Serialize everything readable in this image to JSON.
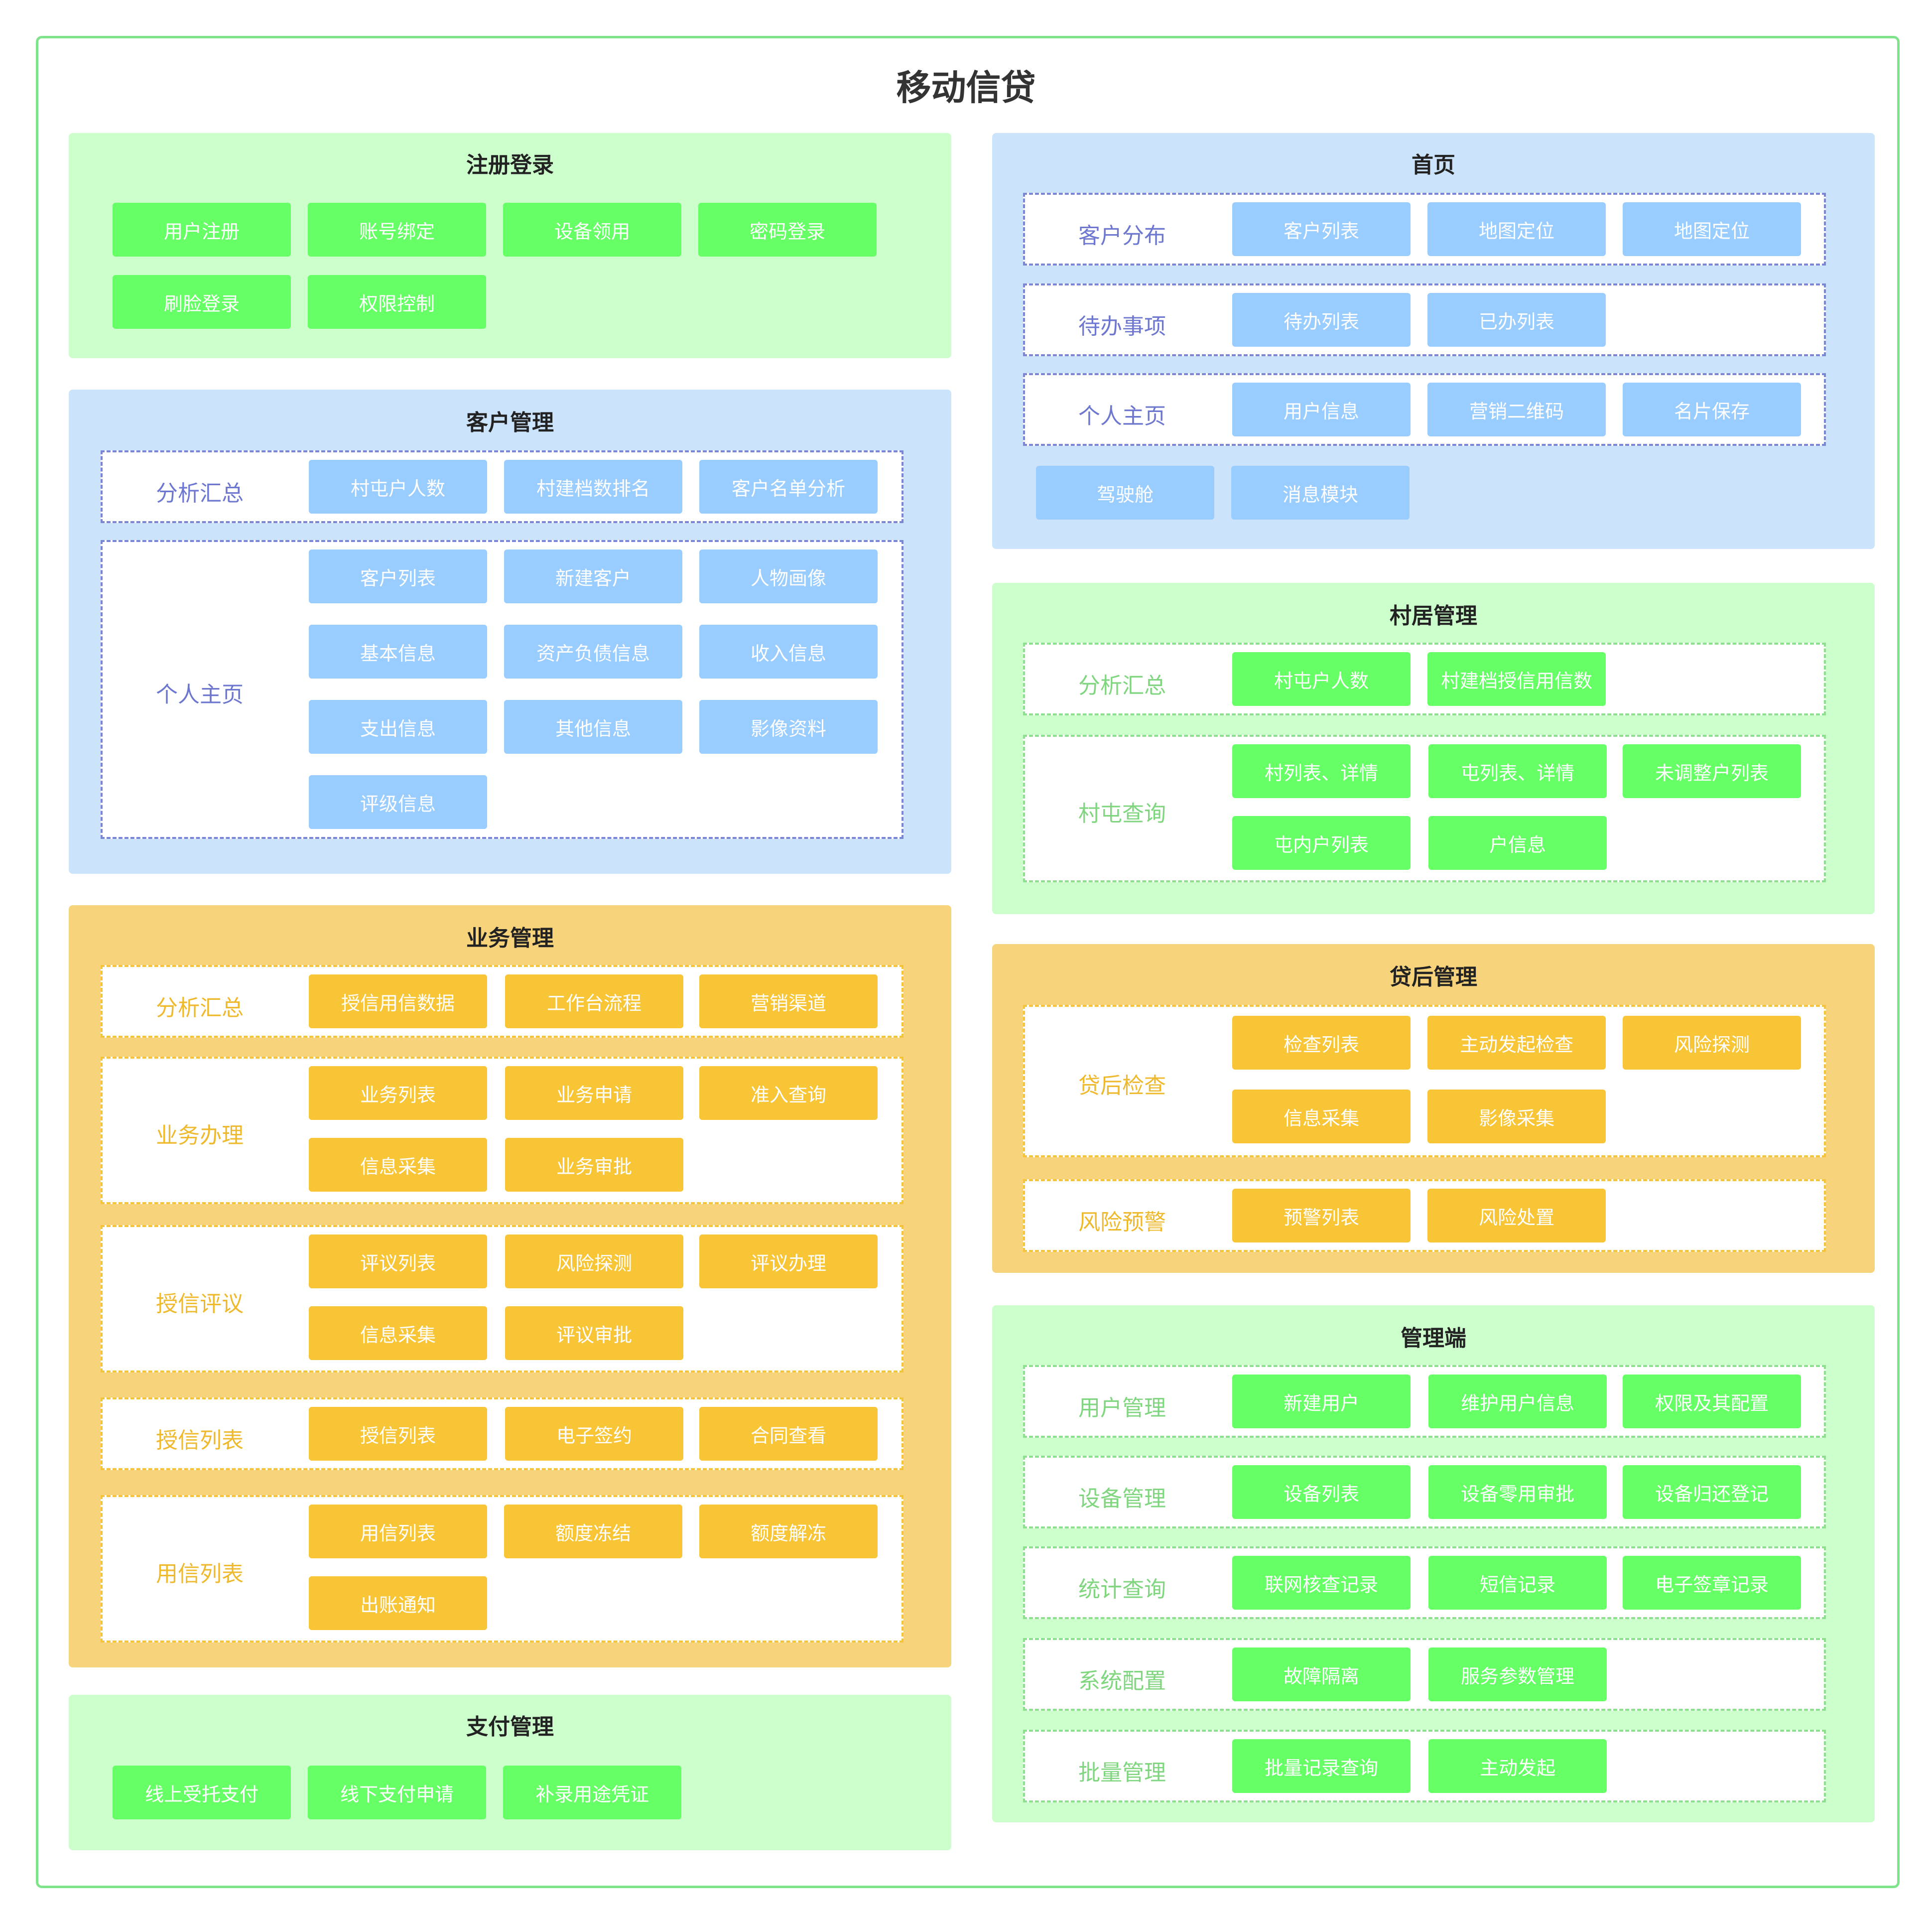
{
  "title": "移动信贷",
  "panels": {
    "register": {
      "title": "注册登录",
      "items": [
        "用户注册",
        "账号绑定",
        "设备领用",
        "密码登录",
        "刷脸登录",
        "权限控制"
      ]
    },
    "customer": {
      "title": "客户管理",
      "analysis": {
        "label": "分析汇总",
        "items": [
          "村屯户人数",
          "村建档数排名",
          "客户名单分析"
        ]
      },
      "profile": {
        "label": "个人主页",
        "items": [
          "客户列表",
          "新建客户",
          "人物画像",
          "基本信息",
          "资产负债信息",
          "收入信息",
          "支出信息",
          "其他信息",
          "影像资料",
          "评级信息"
        ]
      }
    },
    "business": {
      "title": "业务管理",
      "analysis": {
        "label": "分析汇总",
        "items": [
          "授信用信数据",
          "工作台流程",
          "营销渠道"
        ]
      },
      "handle": {
        "label": "业务办理",
        "items": [
          "业务列表",
          "业务申请",
          "准入查询",
          "信息采集",
          "业务审批"
        ]
      },
      "review": {
        "label": "授信评议",
        "items": [
          "评议列表",
          "风险探测",
          "评议办理",
          "信息采集",
          "评议审批"
        ]
      },
      "credit_list": {
        "label": "授信列表",
        "items": [
          "授信列表",
          "电子签约",
          "合同查看"
        ]
      },
      "use_list": {
        "label": "用信列表",
        "items": [
          "用信列表",
          "额度冻结",
          "额度解冻",
          "出账通知"
        ]
      }
    },
    "payment": {
      "title": "支付管理",
      "items": [
        "线上受托支付",
        "线下支付申请",
        "补录用途凭证"
      ]
    },
    "home": {
      "title": "首页",
      "distribution": {
        "label": "客户分布",
        "items": [
          "客户列表",
          "地图定位",
          "地图定位"
        ]
      },
      "todo": {
        "label": "待办事项",
        "items": [
          "待办列表",
          "已办列表"
        ]
      },
      "personal": {
        "label": "个人主页",
        "items": [
          "用户信息",
          "营销二维码",
          "名片保存"
        ]
      },
      "extra": [
        "驾驶舱",
        "消息模块"
      ]
    },
    "village": {
      "title": "村居管理",
      "analysis": {
        "label": "分析汇总",
        "items": [
          "村屯户人数",
          "村建档授信用信数"
        ]
      },
      "query": {
        "label": "村屯查询",
        "items": [
          "村列表、详情",
          "屯列表、详情",
          "未调整户列表",
          "屯内户列表",
          "户信息"
        ]
      }
    },
    "postloan": {
      "title": "贷后管理",
      "check": {
        "label": "贷后检查",
        "items": [
          "检查列表",
          "主动发起检查",
          "风险探测",
          "信息采集",
          "影像采集"
        ]
      },
      "warning": {
        "label": "风险预警",
        "items": [
          "预警列表",
          "风险处置"
        ]
      }
    },
    "admin": {
      "title": "管理端",
      "users": {
        "label": "用户管理",
        "items": [
          "新建用户",
          "维护用户信息",
          "权限及其配置"
        ]
      },
      "devices": {
        "label": "设备管理",
        "items": [
          "设备列表",
          "设备零用审批",
          "设备归还登记"
        ]
      },
      "stats": {
        "label": "统计查询",
        "items": [
          "联网核查记录",
          "短信记录",
          "电子签章记录"
        ]
      },
      "config": {
        "label": "系统配置",
        "items": [
          "故障隔离",
          "服务参数管理"
        ]
      },
      "batch": {
        "label": "批量管理",
        "items": [
          "批量记录查询",
          "主动发起"
        ]
      }
    }
  },
  "colors": {
    "green_panel": "#ccffcc",
    "blue_panel": "#cce4fb",
    "orange_panel": "#f7d37c",
    "green_chip": "#66ff66",
    "blue_chip": "#99ccff",
    "orange_chip": "#f8c537"
  }
}
